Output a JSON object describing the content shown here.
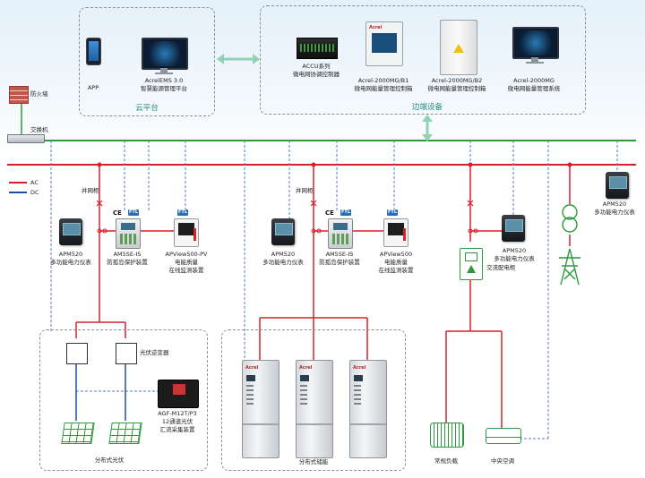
{
  "cloud": {
    "title": "云平台",
    "app_label": "APP",
    "ems_label_1": "AcrelEMS 3.0",
    "ems_label_2": "智慧能源管理平台"
  },
  "edge": {
    "title": "边端设备",
    "devices": [
      {
        "line1": "ACCU系列",
        "line2": "微电网协调控制器"
      },
      {
        "line1": "Acrel-2000MG/B1",
        "line2": "微电网能量管理控制箱"
      },
      {
        "line1": "Acrel-2000MG/B2",
        "line2": "微电网能量管理控制箱"
      },
      {
        "line1": "Acrel-2000MG",
        "line2": "微电网能量管理系统"
      }
    ]
  },
  "network": {
    "firewall": "防火墙",
    "switch": "交换机"
  },
  "legend": {
    "ac": "AC",
    "dc": "DC",
    "ac_color": "#d8202a",
    "dc_color": "#1f4fa0"
  },
  "colors": {
    "comm_line": "#2b9a3c",
    "ac_bus": "#d8202a",
    "dashed_comm": "#5b7fb0"
  },
  "left_feeder": {
    "grid_cabinet": "并网柜",
    "meter_1": "APM520",
    "meter_2": "多功能电力仪表",
    "prot_1": "AM5SE-IS",
    "prot_2": "防孤岛保护装置",
    "pq_1": "APView500-PV",
    "pq_2": "电能质量",
    "pq_3": "在线监测装置"
  },
  "mid_feeder": {
    "grid_cabinet": "并网柜",
    "meter_1": "APM520",
    "meter_2": "多功能电力仪表",
    "prot_1": "AM5SE-IS",
    "prot_2": "防孤岛保护装置",
    "pq_1": "APView500",
    "pq_2": "电能质量",
    "pq_3": "在线监测装置"
  },
  "right_feeder": {
    "meter_1": "APM520",
    "meter_2": "多功能电力仪表",
    "ac_cabinet": "交流配电柜",
    "load_1": "常规负载",
    "load_2": "中央空调"
  },
  "grid": {
    "meter_1": "APM520",
    "meter_2": "多功能电力仪表"
  },
  "pv": {
    "inverter": "光伏逆变器",
    "collector_1": "AGF-M12T/P3",
    "collector_2": "12通道光伏",
    "collector_3": "汇流采集装置",
    "title": "分布式光伏"
  },
  "storage": {
    "title": "分布式储能",
    "brand": "Acrel"
  },
  "badges": {
    "ce": "CE",
    "ftl": "FTL"
  }
}
